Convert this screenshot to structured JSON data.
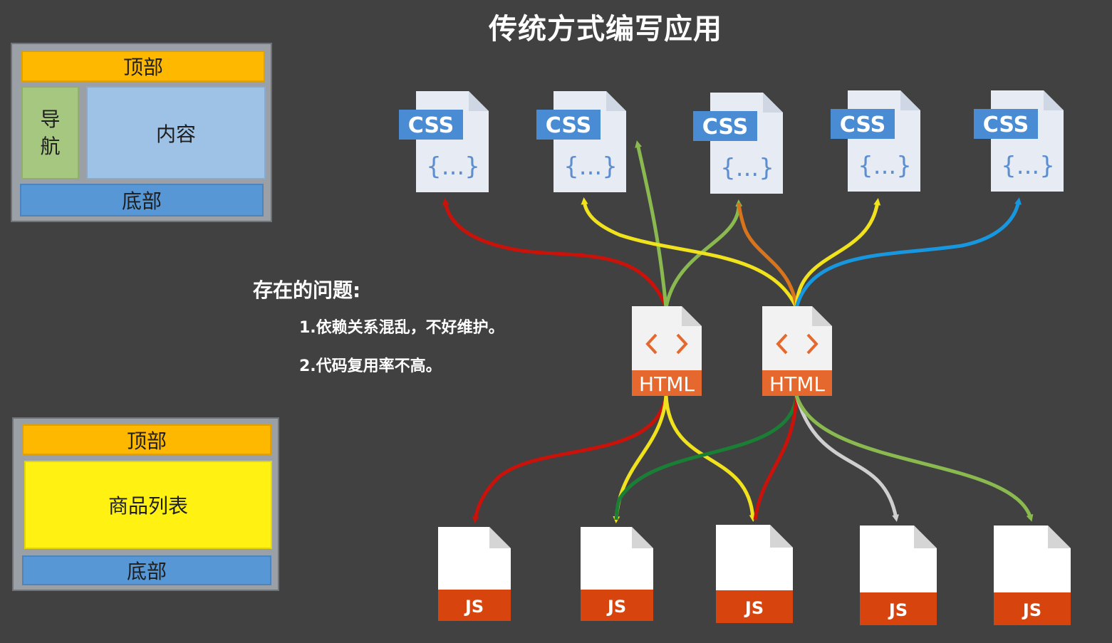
{
  "title": "传统方式编写应用",
  "layout1": {
    "header": "顶部",
    "nav": "导\n航",
    "content": "内容",
    "footer": "底部"
  },
  "layout2": {
    "header": "顶部",
    "content": "商品列表",
    "footer": "底部"
  },
  "problems": {
    "title": "存在的问题:",
    "items": [
      "1.依赖关系混乱，不好维护。",
      "2.代码复用率不高。"
    ]
  },
  "css_files": [
    "CSS",
    "CSS",
    "CSS",
    "CSS",
    "CSS"
  ],
  "css_brace": "{...}",
  "html_files": [
    "HTML",
    "HTML"
  ],
  "js_files": [
    "JS",
    "JS",
    "JS",
    "JS",
    "JS"
  ],
  "colors": {
    "background": "#414141",
    "header": "#ffb800",
    "nav": "#a5c77f",
    "content": "#9dc2e6",
    "footer": "#5797d5",
    "product_list": "#fff212",
    "css_badge": "#4a8cd3",
    "html_badge": "#e5692f",
    "js_badge": "#d8440e"
  }
}
